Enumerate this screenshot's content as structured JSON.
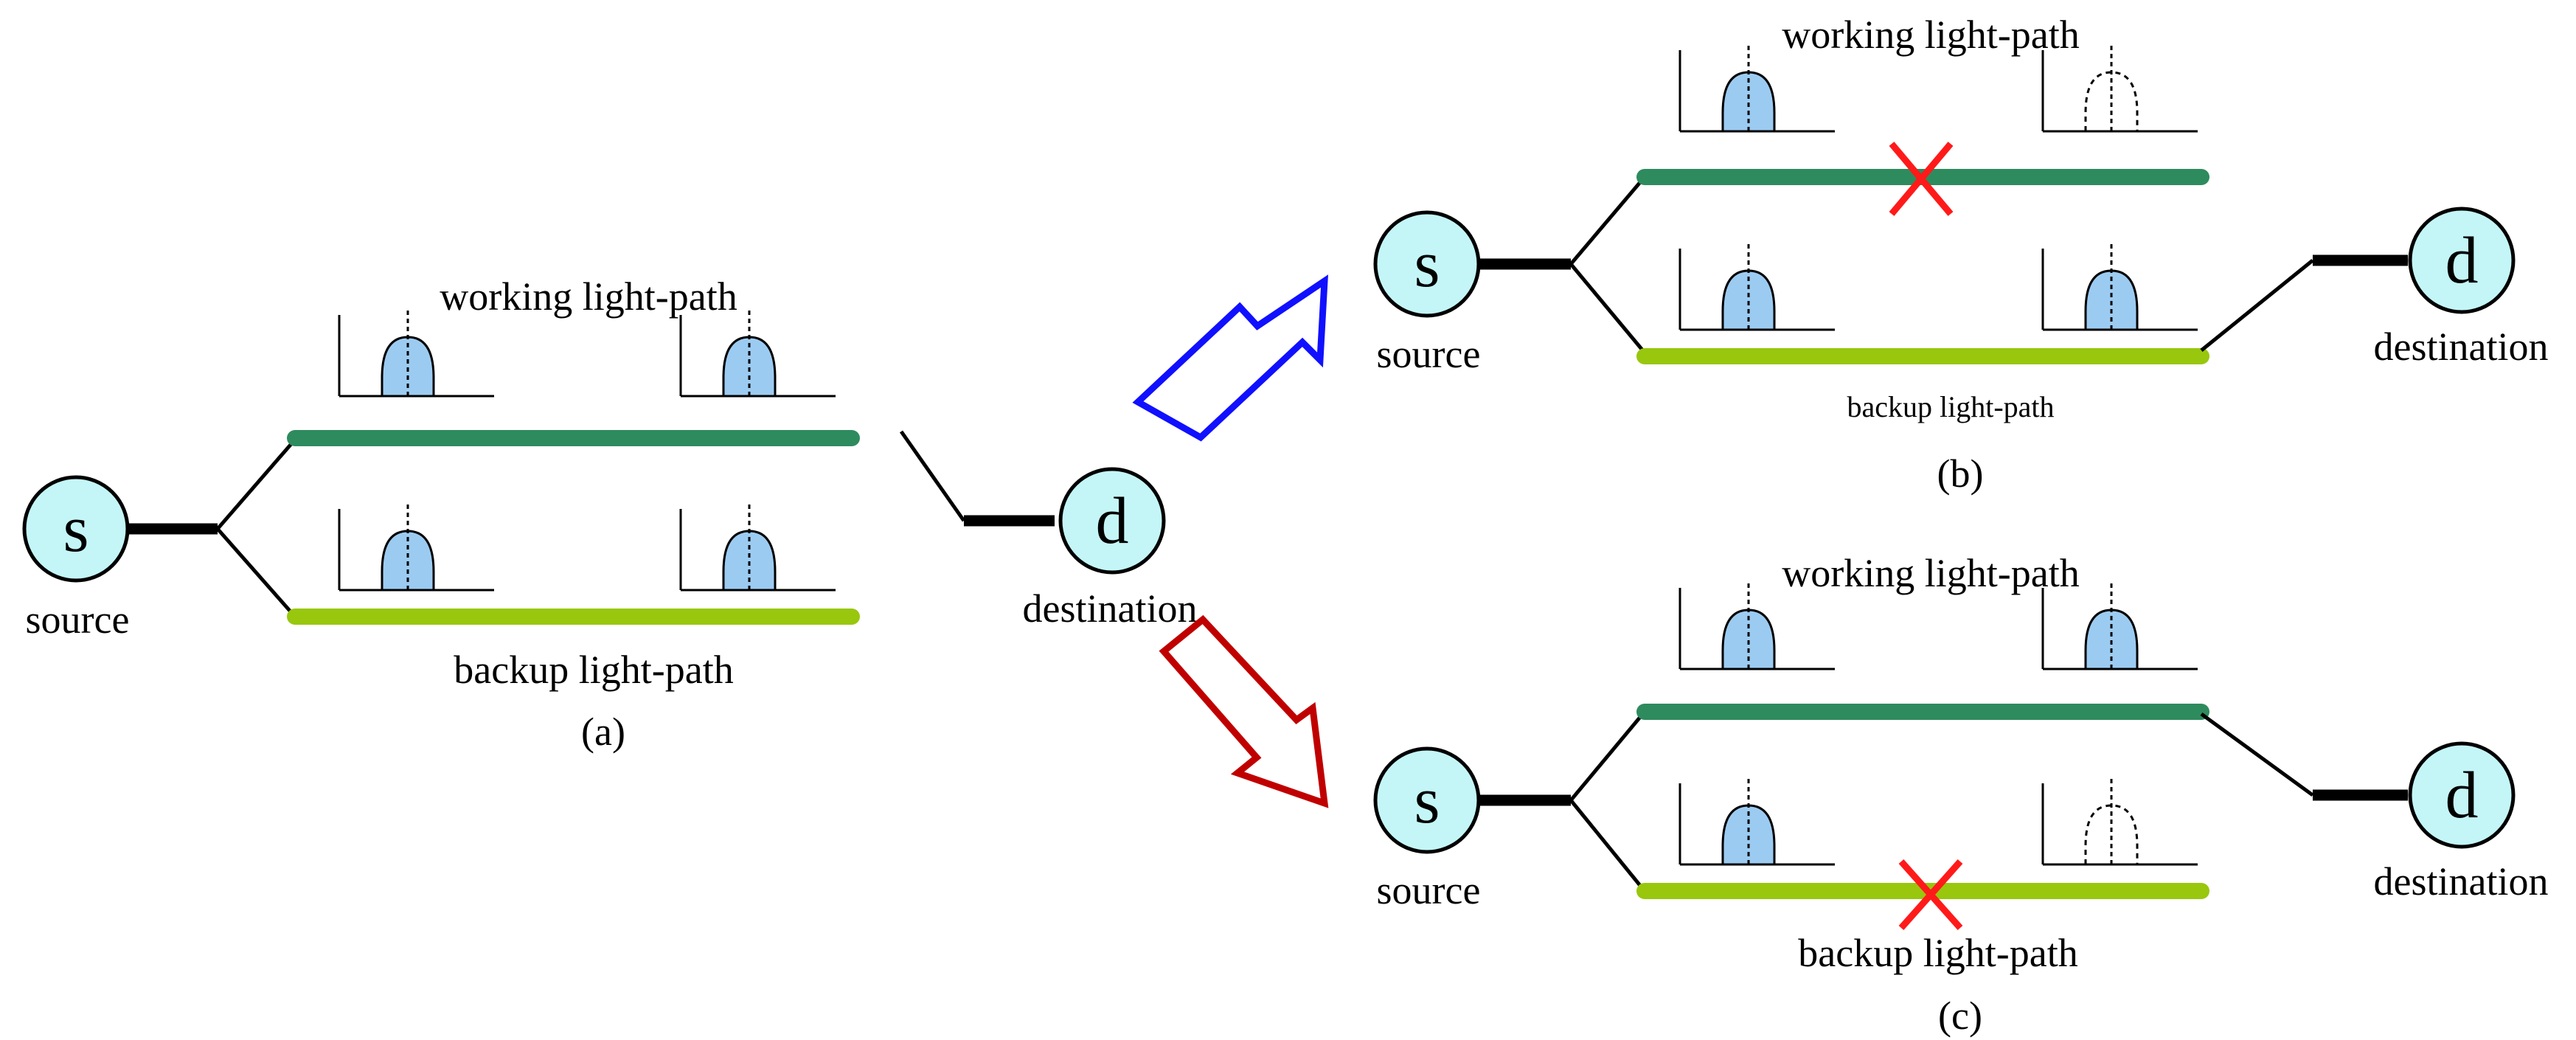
{
  "colors": {
    "node_fill": "#c4f6f8",
    "working_path": "#2e8b5e",
    "backup_path": "#98c70e",
    "spectrum_fill": "#9ccbf2",
    "fail_mark": "#ff1a1a",
    "arrow_blue": "#1010ff",
    "arrow_red": "#c00000"
  },
  "panels": [
    {
      "id": "a",
      "caption": "(a)",
      "source_letter": "s",
      "source_label": "source",
      "dest_letter": "d",
      "dest_label": "destination",
      "working_label": "working light-path",
      "backup_label": "backup light-path"
    },
    {
      "id": "b",
      "caption": "(b)",
      "source_letter": "s",
      "source_label": "source",
      "dest_letter": "d",
      "dest_label": "destination",
      "working_label": "working light-path",
      "backup_label": "backup light-path"
    },
    {
      "id": "c",
      "caption": "(c)",
      "source_letter": "s",
      "source_label": "source",
      "dest_letter": "d",
      "dest_label": "destination",
      "working_label": "working light-path",
      "backup_label": "backup light-path"
    }
  ]
}
